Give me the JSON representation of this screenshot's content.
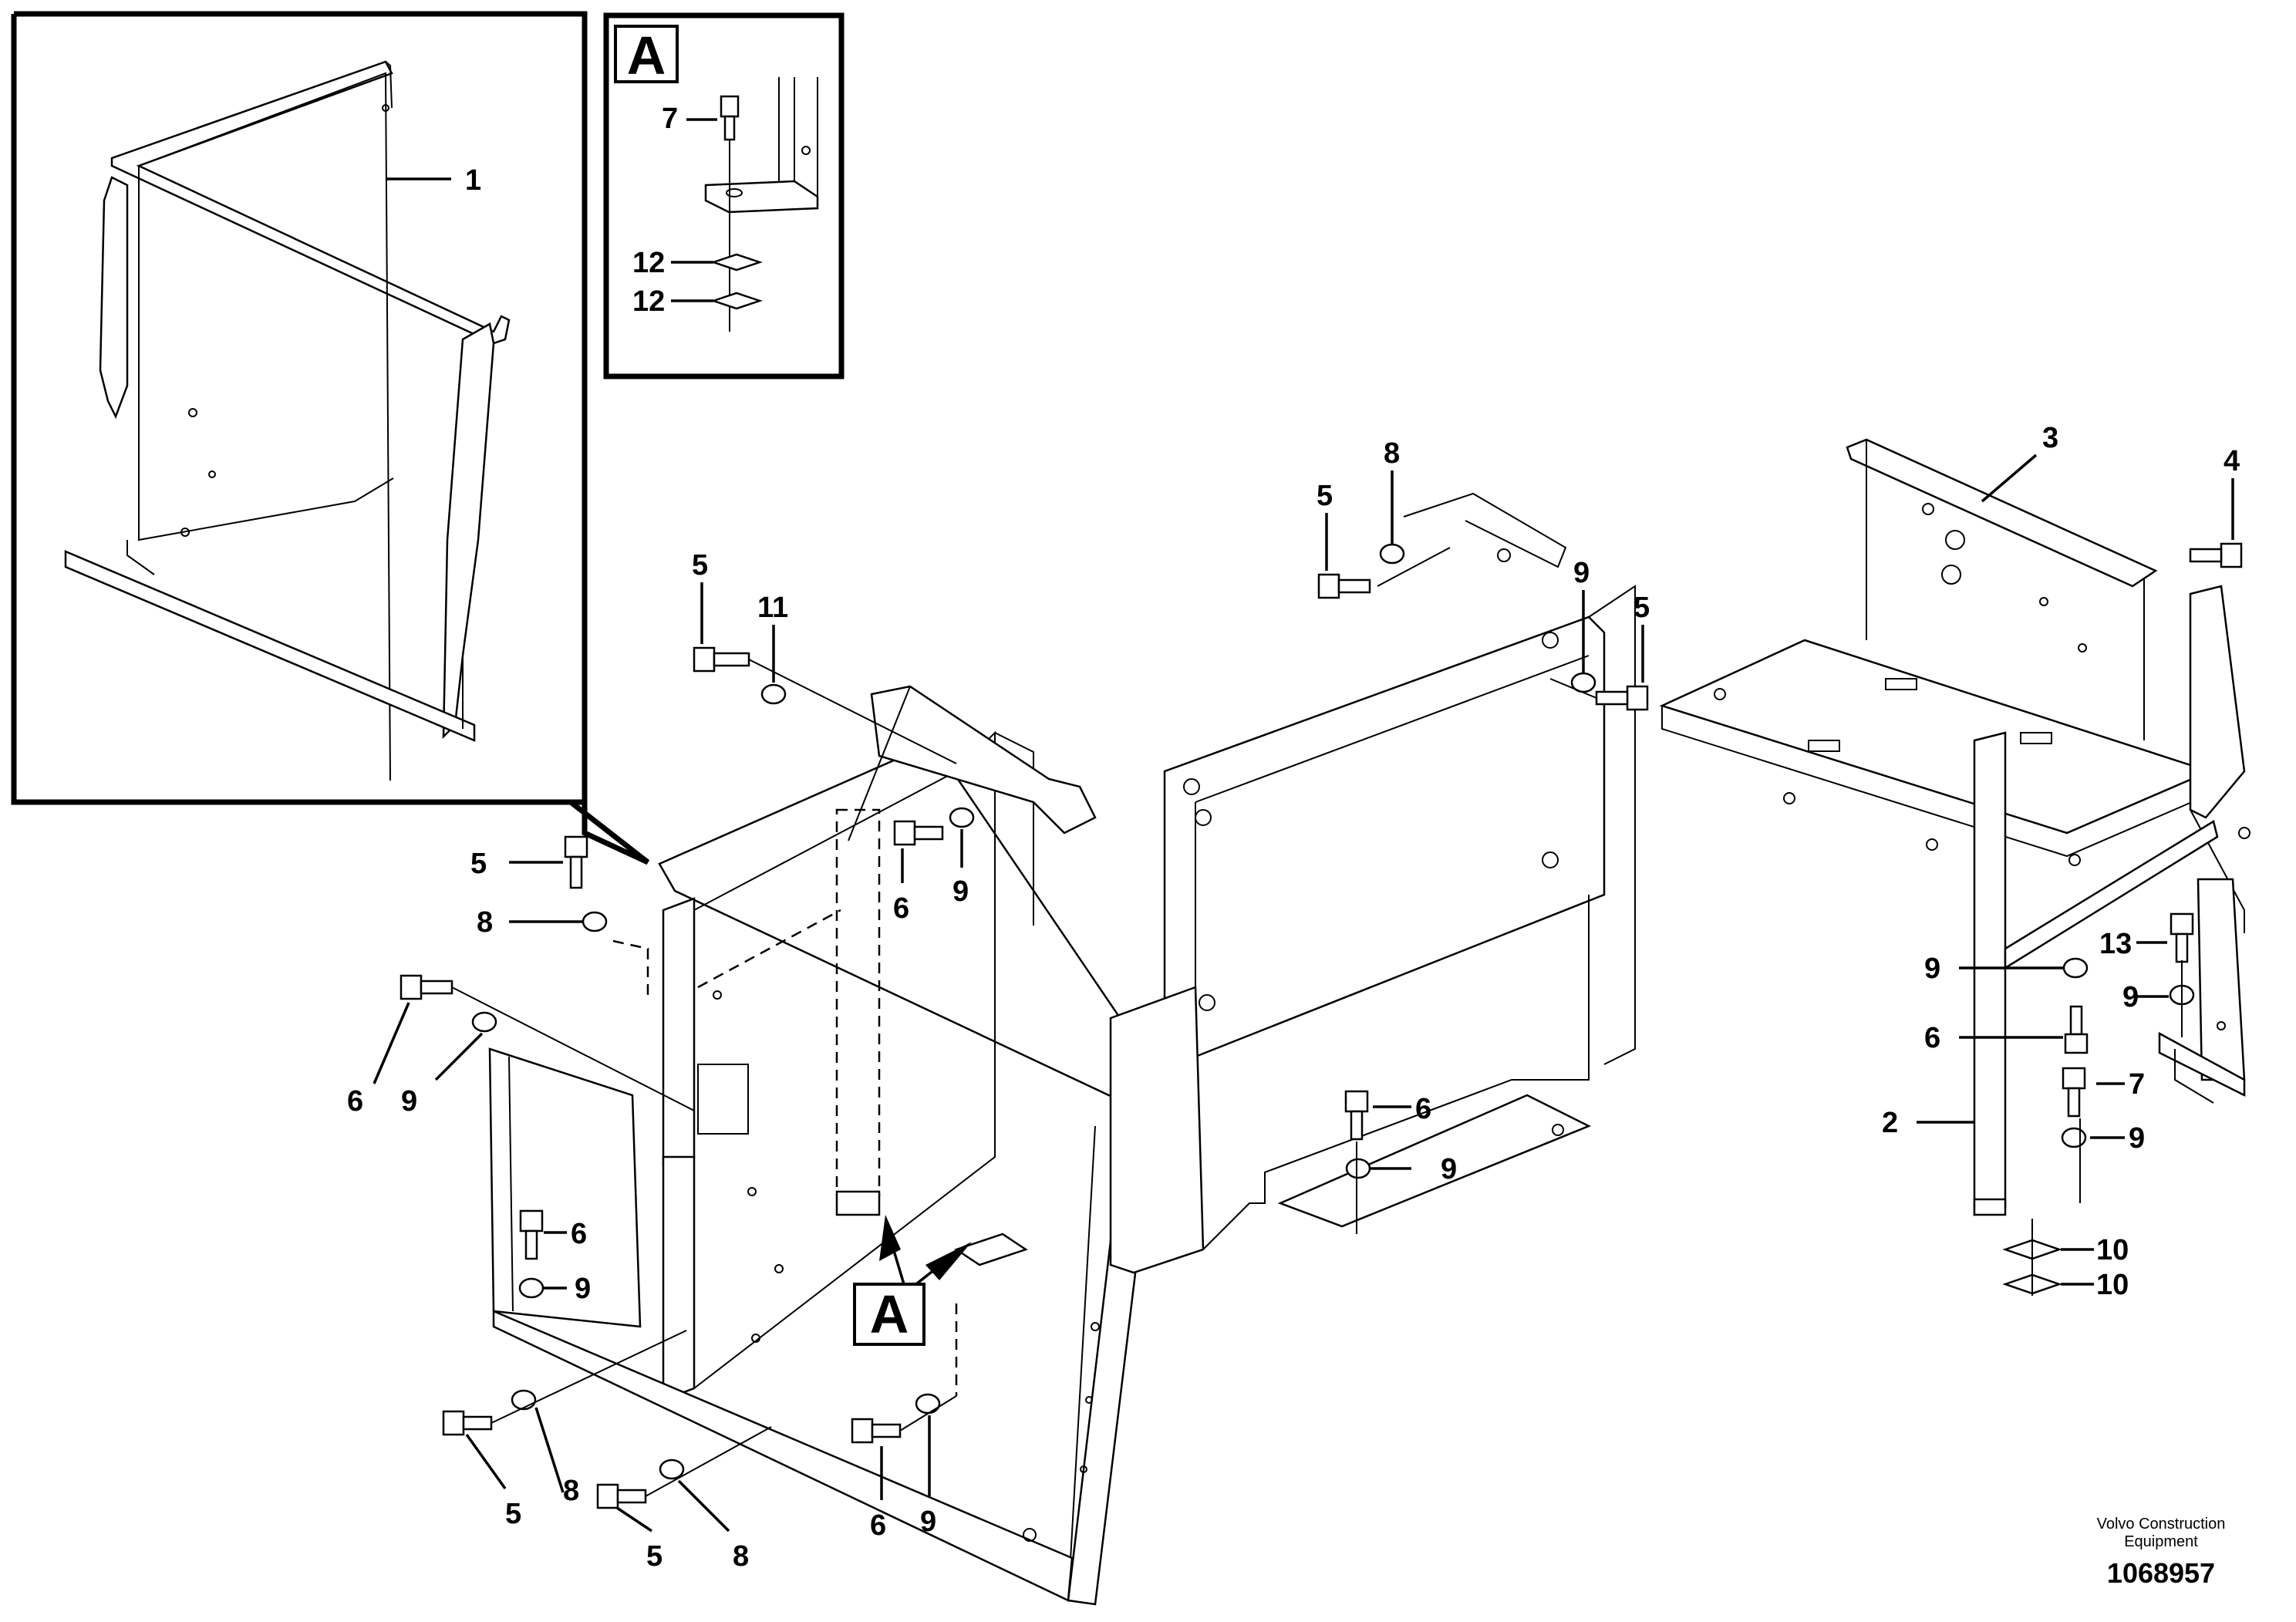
{
  "callouts": [
    "1",
    "2",
    "3",
    "4",
    "5",
    "6",
    "7",
    "8",
    "9",
    "10",
    "11",
    "12",
    "13"
  ],
  "detail_label": "A",
  "view_label": "A",
  "brand_line1": "Volvo Construction",
  "brand_line2": "Equipment",
  "drawing_number": "1068957"
}
